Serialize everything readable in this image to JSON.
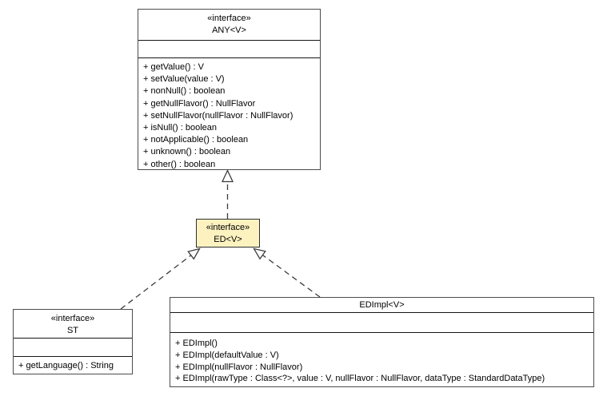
{
  "diagram": {
    "kind": "uml-class-diagram",
    "highlight_fill": "#fcf2c0",
    "box_fill": "#ffffff",
    "border_color": "#4c4c4c",
    "connector_color": "#3c3c3c"
  },
  "boxes": {
    "any": {
      "stereotype": "«interface»",
      "name": "ANY<V>",
      "methods": [
        "+ getValue() : V",
        "+ setValue(value : V)",
        "+ nonNull() : boolean",
        "+ getNullFlavor() : NullFlavor",
        "+ setNullFlavor(nullFlavor : NullFlavor)",
        "+ isNull() : boolean",
        "+ notApplicable() : boolean",
        "+ unknown() : boolean",
        "+ other() : boolean"
      ]
    },
    "ed": {
      "stereotype": "«interface»",
      "name": "ED<V>"
    },
    "st": {
      "stereotype": "«interface»",
      "name": "ST",
      "methods": [
        "+ getLanguage() : String"
      ]
    },
    "edimpl": {
      "name": "EDImpl<V>",
      "methods": [
        "+ EDImpl()",
        "+ EDImpl(defaultValue : V)",
        "+ EDImpl(nullFlavor : NullFlavor)",
        "+ EDImpl(rawType : Class<?>, value : V, nullFlavor : NullFlavor, dataType : StandardDataType)"
      ]
    }
  },
  "relations": [
    {
      "type": "dashed-generalization",
      "from": "ED<V>",
      "to": "ANY<V>"
    },
    {
      "type": "dashed-generalization",
      "from": "ST",
      "to": "ED<V>"
    },
    {
      "type": "dashed-generalization",
      "from": "EDImpl<V>",
      "to": "ED<V>"
    }
  ]
}
